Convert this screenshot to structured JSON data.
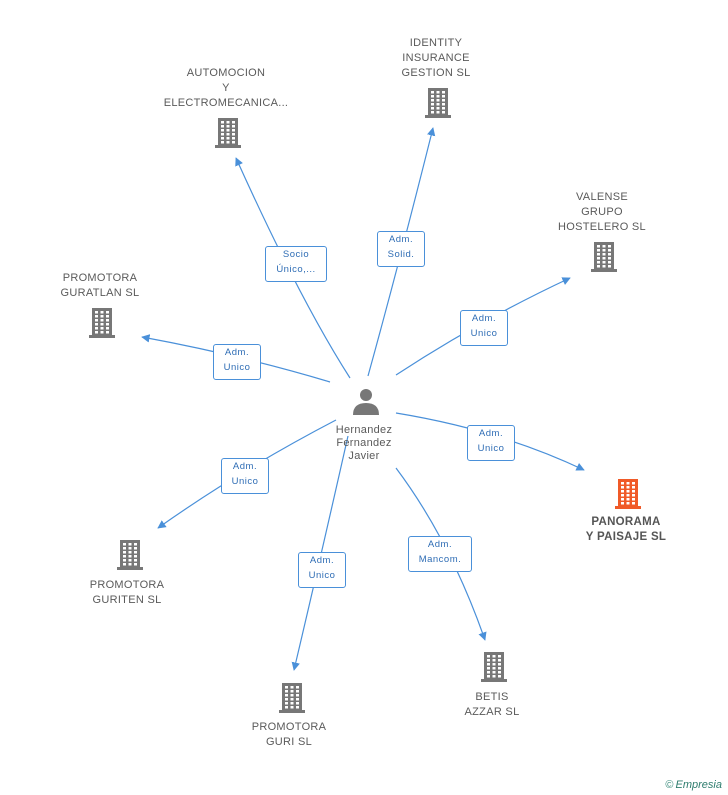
{
  "center": {
    "name": "Hernandez\nFernandez\nJavier",
    "icon": "person-icon"
  },
  "colors": {
    "edge": "#4a90d9",
    "building": "#777777",
    "highlight": "#f05a28"
  },
  "companies": [
    {
      "id": "automocion",
      "name": "AUTOMOCION\nY\nELECTROMECANICA...",
      "relation": "Socio\nÚnico,...",
      "highlight": false
    },
    {
      "id": "identity",
      "name": "IDENTITY\nINSURANCE\nGESTION SL",
      "relation": "Adm.\nSolid.",
      "highlight": false
    },
    {
      "id": "valense",
      "name": "VALENSE\nGRUPO\nHOSTELERO SL",
      "relation": "Adm.\nUnico",
      "highlight": false
    },
    {
      "id": "guratlan",
      "name": "PROMOTORA\nGURATLAN SL",
      "relation": "Adm.\nUnico",
      "highlight": false
    },
    {
      "id": "panorama",
      "name": "PANORAMA\nY PAISAJE SL",
      "relation": "Adm.\nUnico",
      "highlight": true
    },
    {
      "id": "guriten",
      "name": "PROMOTORA\nGURITEN SL",
      "relation": "Adm.\nUnico",
      "highlight": false
    },
    {
      "id": "guri",
      "name": "PROMOTORA\nGURI SL",
      "relation": "Adm.\nUnico",
      "highlight": false
    },
    {
      "id": "betis",
      "name": "BETIS\nAZZAR SL",
      "relation": "Adm.\nMancom.",
      "highlight": false
    }
  ],
  "footer": {
    "copyright": "©",
    "brand": "Empresia"
  }
}
